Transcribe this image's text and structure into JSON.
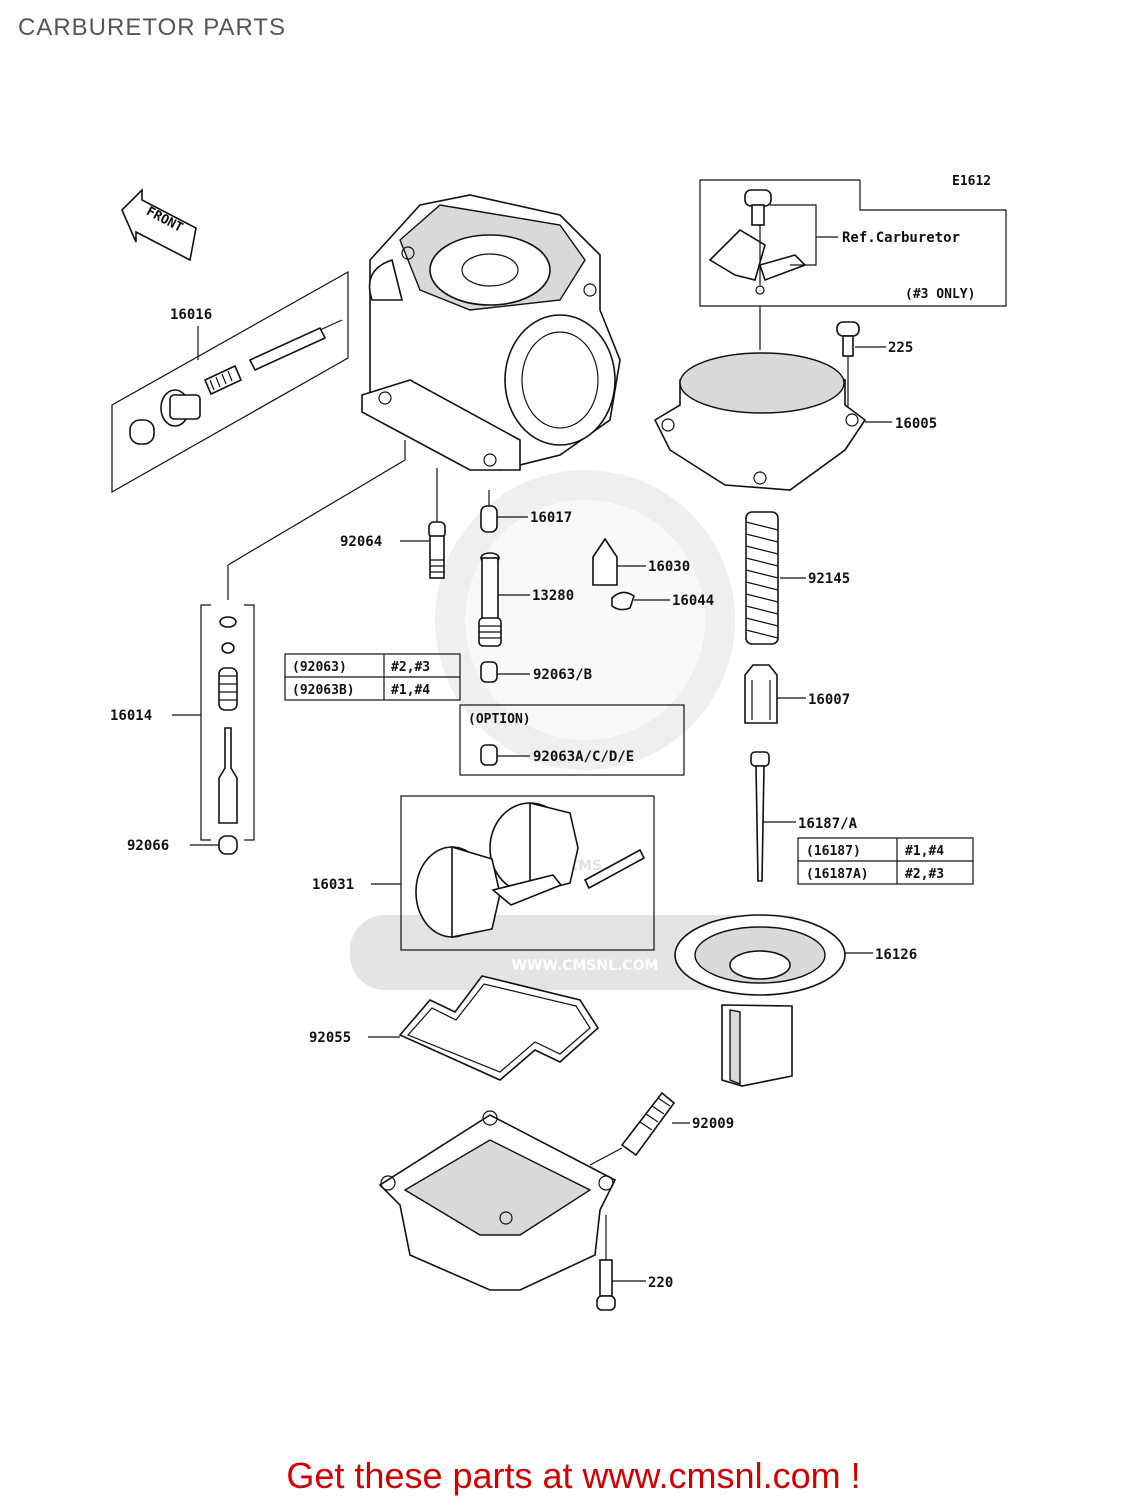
{
  "page": {
    "title": "CARBURETOR PARTS"
  },
  "diagram": {
    "code": "E1612",
    "front_arrow_label": "FRONT",
    "watermark": {
      "logo": "CMS",
      "url": "WWW.CMSNL.COM"
    },
    "ref_box": {
      "label": "Ref.Carburetor",
      "note": "(#3 ONLY)"
    },
    "option_box": {
      "title": "(OPTION)"
    },
    "parts": [
      "16016",
      "16014",
      "92066",
      "92064",
      "16017",
      "13280",
      "16030",
      "16044",
      "92063/B",
      "92063A/C/D/E",
      "225",
      "16005",
      "92145",
      "16007",
      "16187/A",
      "16031",
      "16126",
      "92055",
      "92009",
      "220"
    ],
    "tables": {
      "t92063": [
        {
          "part": "(92063)",
          "applies": "#2,#3"
        },
        {
          "part": "(92063B)",
          "applies": "#1,#4"
        }
      ],
      "t16187": [
        {
          "part": "(16187)",
          "applies": "#1,#4"
        },
        {
          "part": "(16187A)",
          "applies": "#2,#3"
        }
      ]
    }
  },
  "footer": {
    "cta": "Get these parts at www.cmsnl.com !"
  }
}
